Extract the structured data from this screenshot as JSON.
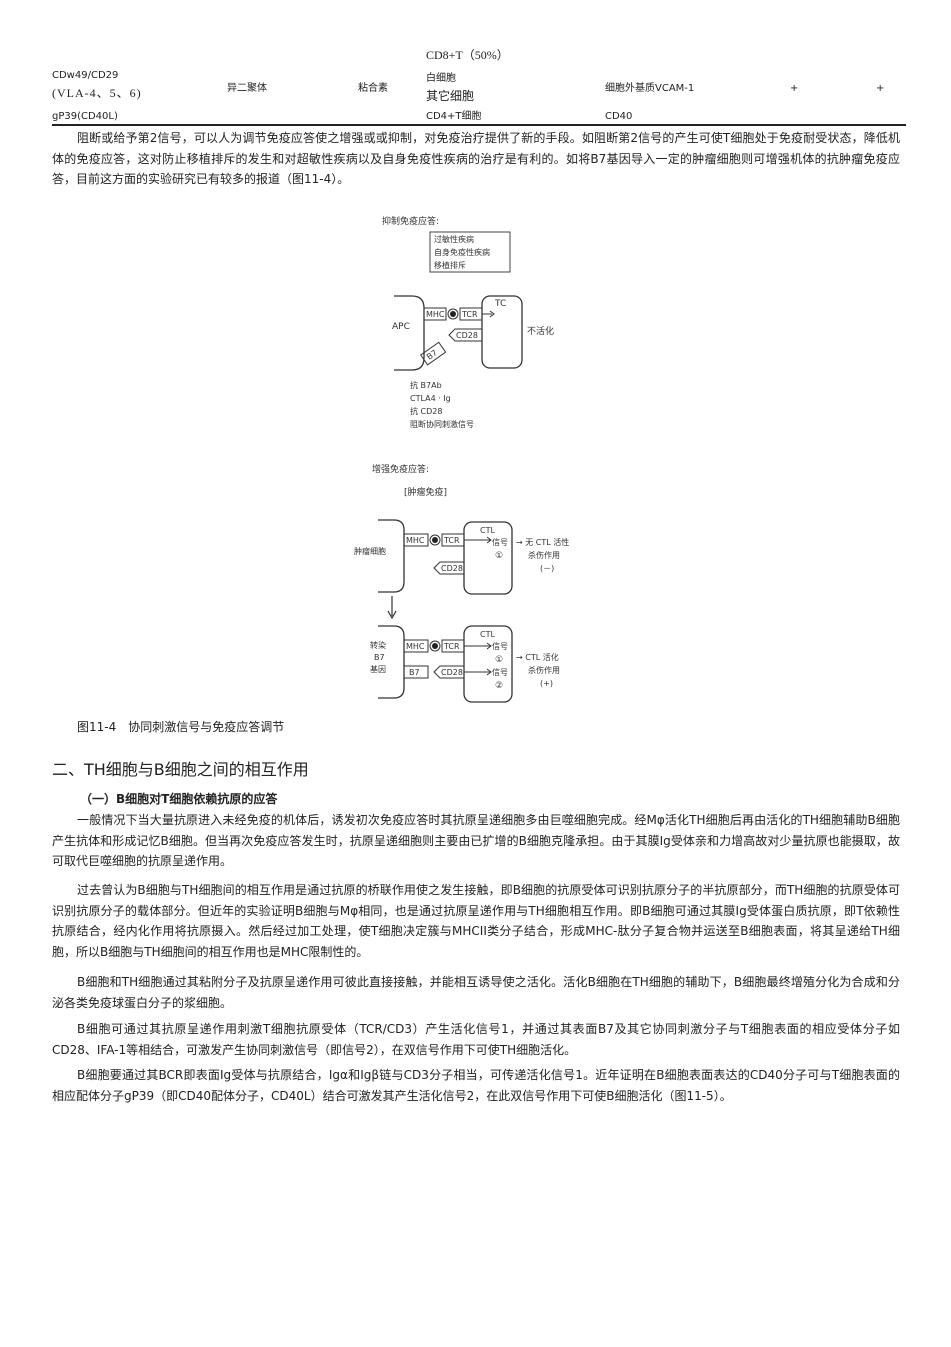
{
  "table_tail": {
    "row_top": {
      "cell": "CD8+T（50%）"
    },
    "row_main": {
      "molecule_a": "CDw49/CD29",
      "molecule_b": "(VLA-4、5、6)",
      "structure": "异二聚体",
      "family": "粘合素",
      "dist_a": "白细胞",
      "dist_b": "其它细胞",
      "ligand": "细胞外基质VCAM-1",
      "plus1": "+",
      "plus2": "+"
    },
    "row_last": {
      "molecule": "gP39(CD40L)",
      "dist": "CD4+T细胞",
      "ligand": "CD40"
    }
  },
  "paragraph_1": "阻断或给予第2信号，可以人为调节免疫应答使之增强或或抑制，对免疫治疗提供了新的手段。如阻断第2信号的产生可使T细胞处于免疫耐受状态，降低机体的免疫应答，这对防止移植排斥的发生和对超敏性疾病以及自身免疫性疾病的治疗是有利的。如将B7基因导入一定的肿瘤细胞则可增强机体的抗肿瘤免疫应答，目前这方面的实验研究已有较多的报道（图11-4）。",
  "figure": {
    "caption": "图11-4　协同刺激信号与免疫应答调节",
    "top": {
      "title": "抑制免疫应答:",
      "list": [
        "过敏性疾病",
        "自身免疫性疾病",
        "移植排斥"
      ],
      "apc": "APC",
      "mhc": "MHC",
      "tcr": "TCR",
      "tc": "TC",
      "cd28": "CD28",
      "b7": "B7",
      "result": "不活化",
      "block": [
        "抗 B7Ab",
        "CTLA4 · Ig",
        "抗 CD28",
        "阻断协同刺激信号"
      ]
    },
    "bottom": {
      "title": "增强免疫应答:",
      "subtitle": "[肿瘤免疫]",
      "tumor": "肿瘤细胞",
      "mhc": "MHC",
      "tcr": "TCR",
      "ctl": "CTL",
      "signal": "信号",
      "num1": "①",
      "num2": "②",
      "cd28": "CD28",
      "no_ctl": [
        "→ 无 CTL 活性",
        "杀伤作用",
        "(－)"
      ],
      "transfect": [
        "转染",
        "B7",
        "基因"
      ],
      "b7": "B7",
      "yes_ctl": [
        "→ CTL 活化",
        "杀伤作用",
        "(+)"
      ]
    }
  },
  "section": {
    "title": "二、TH细胞与B细胞之间的相互作用",
    "subtitle": "（一）B细胞对T细胞依赖抗原的应答"
  },
  "paragraphs": [
    "一般情况下当大量抗原进入未经免疫的机体后，诱发初次免疫应答时其抗原呈递细胞多由巨噬细胞完成。经Mφ活化TH细胞后再由活化的TH细胞辅助B细胞产生抗体和形成记忆B细胞。但当再次免疫应答发生时，抗原呈递细胞则主要由已扩增的B细胞克隆承担。由于其膜Ig受体亲和力增高故对少量抗原也能摄取，故可取代巨噬细胞的抗原呈递作用。",
    "过去曾认为B细胞与TH细胞间的相互作用是通过抗原的桥联作用使之发生接触，即B细胞的抗原受体可识别抗原分子的半抗原部分，而TH细胞的抗原受体可识别抗原分子的载体部分。但近年的实验证明B细胞与Mφ相同，也是通过抗原呈递作用与TH细胞相互作用。即B细胞可通过其膜Ig受体蛋白质抗原，即T依赖性抗原结合，经内化作用将抗原摄入。然后经过加工处理，使T细胞决定簇与MHCII类分子结合，形成MHC-肽分子复合物并运送至B细胞表面，将其呈递给TH细胞，所以B细胞与TH细胞间的相互作用也是MHC限制性的。",
    "B细胞和TH细胞通过其粘附分子及抗原呈递作用可彼此直接接触，并能相互诱导使之活化。活化B细胞在TH细胞的辅助下，B细胞最终增殖分化为合成和分泌各类免疫球蛋白分子的浆细胞。",
    "B细胞可通过其抗原呈递作用刺激T细胞抗原受体（TCR/CD3）产生活化信号1，并通过其表面B7及其它协同刺激分子与T细胞表面的相应受体分子如CD28、IFA-1等相结合，可激发产生协同刺激信号（即信号2），在双信号作用下可使TH细胞活化。",
    "B细胞要通过其BCR即表面Ig受体与抗原结合，Igα和Igβ链与CD3分子相当，可传递活化信号1。近年证明在B细胞表面表达的CD40分子可与T细胞表面的相应配体分子gP39（即CD40配体分子，CD40L）结合可激发其产生活化信号2，在此双信号作用下可使B细胞活化（图11-5）。"
  ]
}
